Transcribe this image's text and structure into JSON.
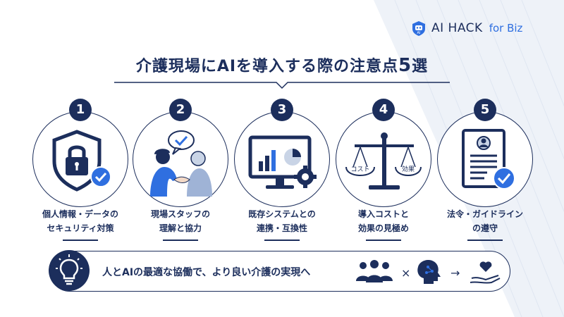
{
  "logo": {
    "brand": "AI HACK",
    "sub": "for Biz",
    "badge": "AI"
  },
  "title": {
    "main": "介護現場にAIを導入する際の注意点",
    "count": "5",
    "suffix": "選"
  },
  "items": [
    {
      "num": "1",
      "line1": "個人情報・データの",
      "line2": "セキュリティ対策",
      "icon": "shield-lock-icon"
    },
    {
      "num": "2",
      "line1": "現場スタッフの",
      "line2": "理解と協力",
      "icon": "caregiver-handshake-icon"
    },
    {
      "num": "3",
      "line1": "既存システムとの",
      "line2": "連携・互換性",
      "icon": "monitor-gear-icon"
    },
    {
      "num": "4",
      "line1": "導入コストと",
      "line2": "効果の見極め",
      "icon": "balance-scale-icon",
      "left_tag": "コスト",
      "right_tag": "効果"
    },
    {
      "num": "5",
      "line1": "法令・ガイドライン",
      "line2": "の遵守",
      "icon": "document-check-icon"
    }
  ],
  "banner": {
    "text": "人とAIの最適な協働で、より良い介護の実現へ",
    "times": "×",
    "arrow": "→"
  },
  "colors": {
    "navy": "#1c2e5c",
    "accent": "#2f6fe0"
  }
}
